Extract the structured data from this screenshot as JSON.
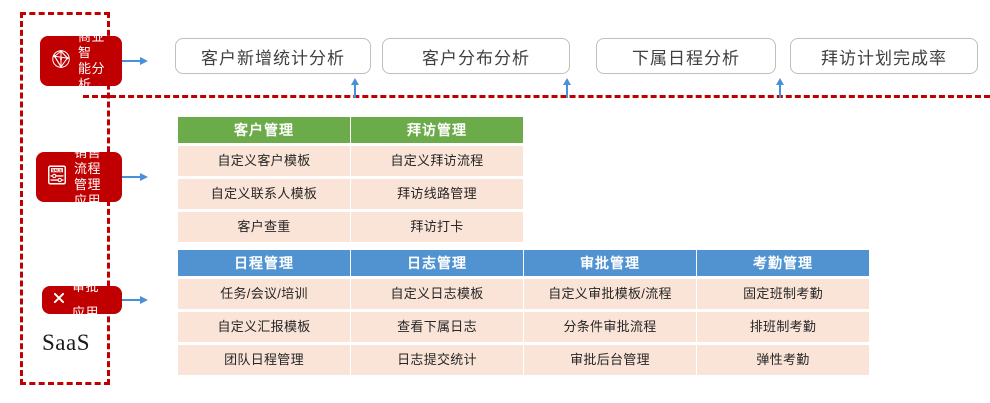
{
  "diagram": {
    "container_label": "SaaS",
    "accent_red": "#C00000",
    "accent_green": "#6CAB4A",
    "accent_blue": "#5193D1",
    "card_body_color": "#FAE4D7"
  },
  "badges": [
    {
      "id": "bi",
      "label": "商业智\n能分析",
      "icon": "network-graph-icon"
    },
    {
      "id": "sales",
      "label": "销售流程\n管理应用",
      "icon": "sale-tag-icon"
    },
    {
      "id": "approval",
      "label": "审批应用",
      "icon": "cross-mark-icon"
    }
  ],
  "top_buttons": [
    {
      "label": "客户新增统计分析"
    },
    {
      "label": "客户分布分析"
    },
    {
      "label": "下属日程分析"
    },
    {
      "label": "拜访计划完成率"
    }
  ],
  "rows": [
    {
      "id": "sales-row",
      "color": "green",
      "cards": [
        {
          "title": "客户管理",
          "items": [
            "自定义客户模板",
            "自定义联系人模板",
            "客户查重"
          ]
        },
        {
          "title": "拜访管理",
          "items": [
            "自定义拜访流程",
            "拜访线路管理",
            "拜访打卡"
          ]
        }
      ]
    },
    {
      "id": "approval-row",
      "color": "blue",
      "cards": [
        {
          "title": "日程管理",
          "items": [
            "任务/会议/培训",
            "自定义汇报模板",
            "团队日程管理"
          ]
        },
        {
          "title": "日志管理",
          "items": [
            "自定义日志模板",
            "查看下属日志",
            "日志提交统计"
          ]
        },
        {
          "title": "审批管理",
          "items": [
            "自定义审批模板/流程",
            "分条件审批流程",
            "审批后台管理"
          ]
        },
        {
          "title": "考勤管理",
          "items": [
            "固定班制考勤",
            "排班制考勤",
            "弹性考勤"
          ]
        }
      ]
    }
  ]
}
